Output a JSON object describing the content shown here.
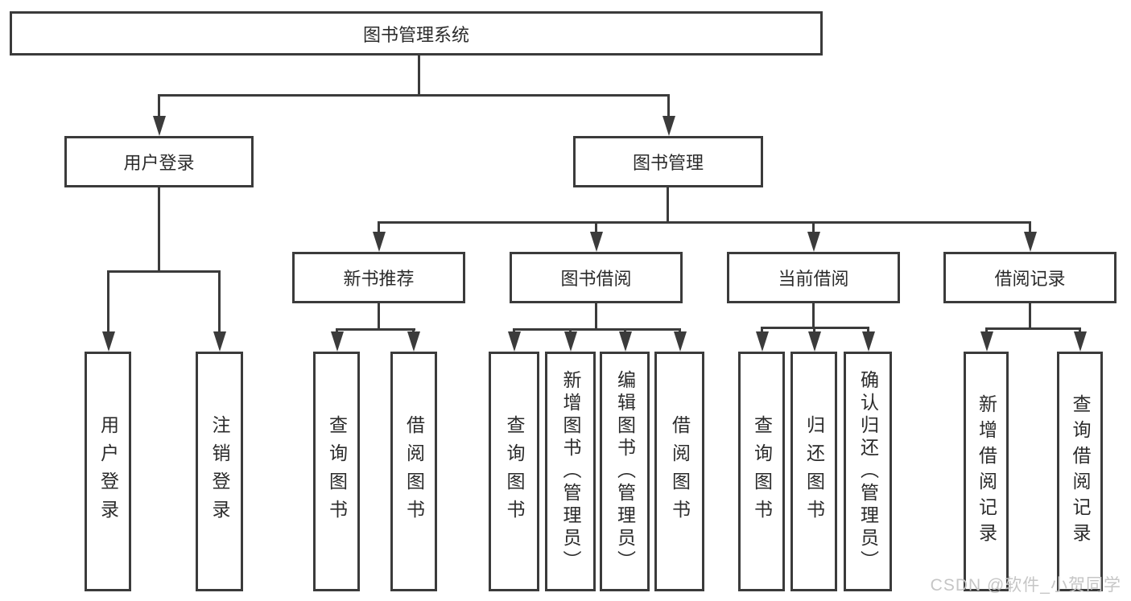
{
  "tree": {
    "label": "图书管理系统",
    "children": [
      {
        "label": "用户登录",
        "children": [
          {
            "label": "用户登录"
          },
          {
            "label": "注销登录"
          }
        ]
      },
      {
        "label": "图书管理",
        "children": [
          {
            "label": "新书推荐",
            "children": [
              {
                "label": "查询图书"
              },
              {
                "label": "借阅图书"
              }
            ]
          },
          {
            "label": "图书借阅",
            "children": [
              {
                "label": "查询图书"
              },
              {
                "label": "新增图书（管理员）"
              },
              {
                "label": "编辑图书（管理员）"
              },
              {
                "label": "借阅图书"
              }
            ]
          },
          {
            "label": "当前借阅",
            "children": [
              {
                "label": "查询图书"
              },
              {
                "label": "归还图书"
              },
              {
                "label": "确认归还（管理员）"
              }
            ]
          },
          {
            "label": "借阅记录",
            "children": [
              {
                "label": "新增借阅记录"
              },
              {
                "label": "查询借阅记录"
              }
            ]
          }
        ]
      }
    ]
  },
  "watermark": {
    "text": "CSDN @软件_小贺同学"
  },
  "colors": {
    "line": "#3b3b3b",
    "text": "#2b2b2b",
    "background": "#ffffff",
    "watermark": "#c6c6c6"
  }
}
